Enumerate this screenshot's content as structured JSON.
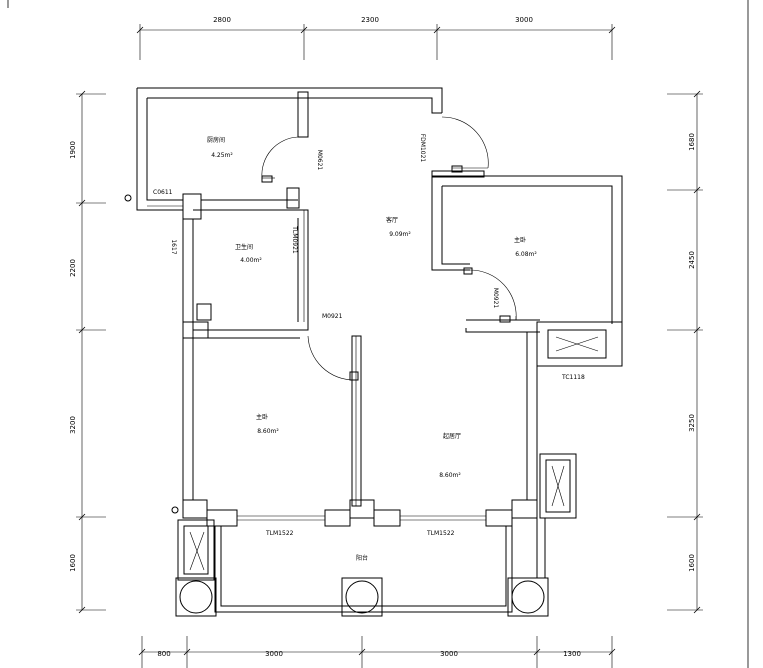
{
  "dimensions": {
    "top": [
      "2800",
      "2300",
      "3000"
    ],
    "bottom": [
      "800",
      "3000",
      "3000",
      "1300"
    ],
    "left": [
      "1900",
      "2200",
      "3200",
      "1600"
    ],
    "right": [
      "1680",
      "2450",
      "3250",
      "1600"
    ]
  },
  "rooms": {
    "kitchen": {
      "name": "厨房间",
      "area": "4.25m²"
    },
    "bath": {
      "name": "卫生间",
      "area": "4.00m²"
    },
    "hall": {
      "name": "客厅",
      "area": "9.09m²"
    },
    "bedroom_ne": {
      "name": "主卧",
      "area": "6.08m²"
    },
    "bedroom_sw": {
      "name": "主卧",
      "area": "8.60m²"
    },
    "living": {
      "name": "起居厅",
      "area": "8.60m²"
    },
    "balcony": {
      "name": "阳台"
    }
  },
  "tags": {
    "c0611": "C0611",
    "m0621": "M0621",
    "fdm1021": "FDM1021",
    "tlm0921": "TLM0921",
    "m0921_a": "M0921",
    "m0921_b": "M0921",
    "c1617": "1617",
    "tc1118": "TC1118",
    "tlm1522_l": "TLM1522",
    "tlm1522_r": "TLM1522"
  }
}
